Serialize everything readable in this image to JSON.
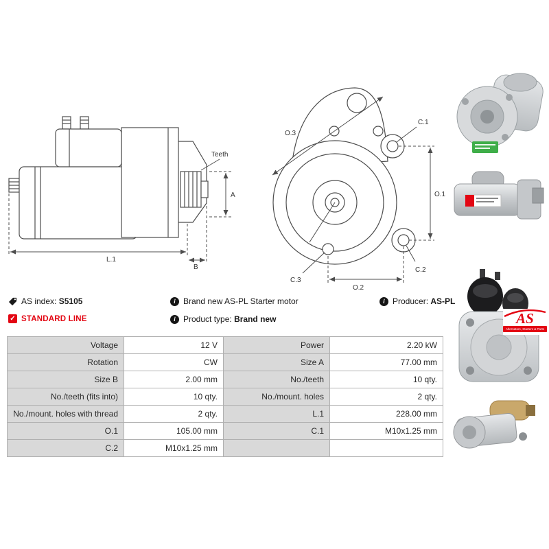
{
  "info": {
    "as_index_label": "AS index:",
    "as_index_value": "S5105",
    "standard_line": "STANDARD LINE",
    "brand_new": "Brand new AS-PL Starter motor",
    "product_type_label": "Product type:",
    "product_type_value": "Brand new",
    "producer_label": "Producer:",
    "producer_value": "AS-PL"
  },
  "icons": {
    "info": "i",
    "check": "✓"
  },
  "logo": {
    "text": "AS",
    "tagline": "Alternators, Starters & Parts"
  },
  "colors": {
    "accent_red": "#e30613",
    "table_label_bg": "#d9d9d9",
    "table_border": "#b0b0b0",
    "drawing_stroke": "#4d4d4d"
  },
  "drawings": {
    "side_view": {
      "labels": {
        "teeth": "Teeth",
        "a": "A",
        "l1": "L.1",
        "b": "B"
      }
    },
    "front_view": {
      "labels": {
        "o1": "O.1",
        "o2": "O.2",
        "o3": "O.3",
        "c1": "C.1",
        "c2": "C.2",
        "c3": "C.3"
      }
    }
  },
  "spec_table": {
    "rows": [
      {
        "l_label": "Voltage",
        "l_value": "12 V",
        "r_label": "Power",
        "r_value": "2.20 kW"
      },
      {
        "l_label": "Rotation",
        "l_value": "CW",
        "r_label": "Size A",
        "r_value": "77.00 mm"
      },
      {
        "l_label": "Size B",
        "l_value": "2.00 mm",
        "r_label": "No./teeth",
        "r_value": "10 qty."
      },
      {
        "l_label": "No./teeth (fits into)",
        "l_value": "10 qty.",
        "r_label": "No./mount. holes",
        "r_value": "2 qty."
      },
      {
        "l_label": "No./mount. holes with thread",
        "l_value": "2 qty.",
        "r_label": "L.1",
        "r_value": "228.00 mm"
      },
      {
        "l_label": "O.1",
        "l_value": "105.00 mm",
        "r_label": "C.1",
        "r_value": "M10x1.25 mm"
      },
      {
        "l_label": "C.2",
        "l_value": "M10x1.25 mm",
        "r_label": "",
        "r_value": ""
      }
    ]
  }
}
